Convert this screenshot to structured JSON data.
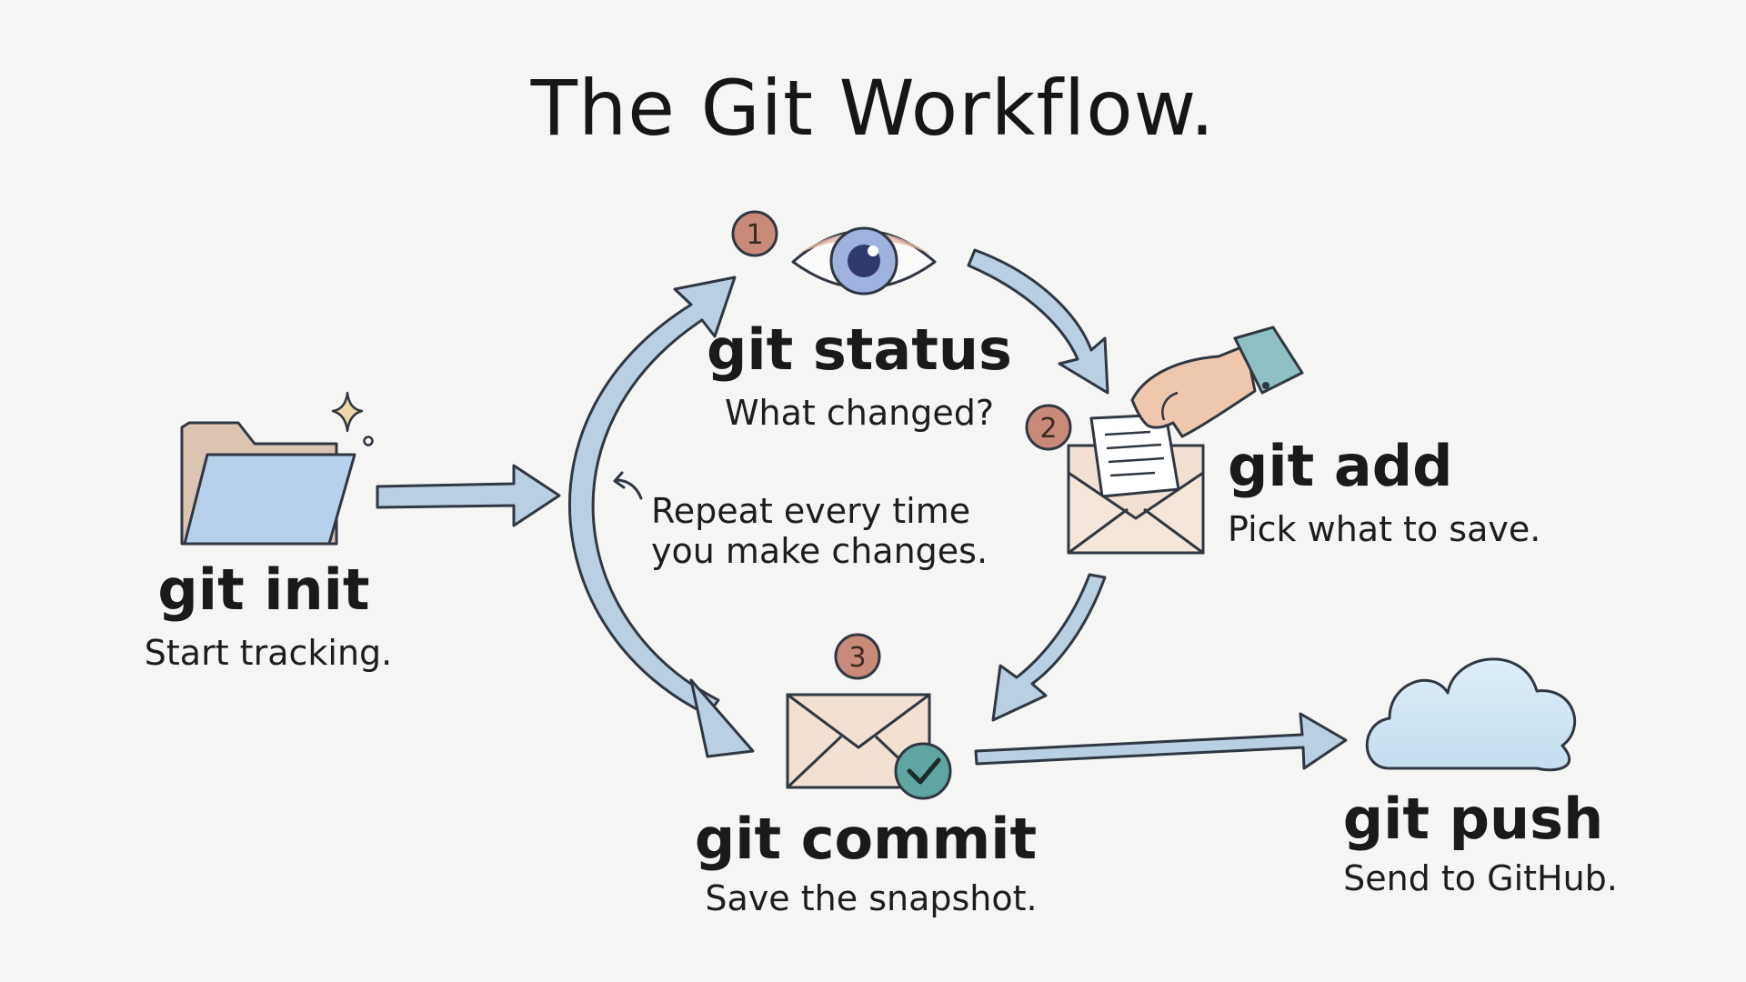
{
  "title": "The Git Workflow.",
  "steps": {
    "init": {
      "command": "git init",
      "description": "Start tracking."
    },
    "status": {
      "number": "1",
      "command": "git status",
      "description": "What changed?"
    },
    "add": {
      "number": "2",
      "command": "git add",
      "description": "Pick what to save."
    },
    "commit": {
      "number": "3",
      "command": "git commit",
      "description": "Save the snapshot."
    },
    "push": {
      "command": "git push",
      "description": "Send to GitHub."
    }
  },
  "loop_note": {
    "line1": "Repeat every time",
    "line2": "you make changes."
  },
  "icons": {
    "init": "folder-icon",
    "status": "eye-icon",
    "add": "hand-envelope-icon",
    "commit": "envelope-check-icon",
    "push": "cloud-icon"
  },
  "colors": {
    "arrow_fill": "#b9cfe2",
    "arrow_stroke": "#2f3742",
    "badge_fill": "#c98a7a",
    "folder_blue": "#b7d1ec",
    "folder_tan": "#dcc4b2",
    "eye_iris": "#9fb1df",
    "envelope": "#f2e0d2",
    "check": "#5fa6a2",
    "cloud": "#cfe3f1"
  }
}
